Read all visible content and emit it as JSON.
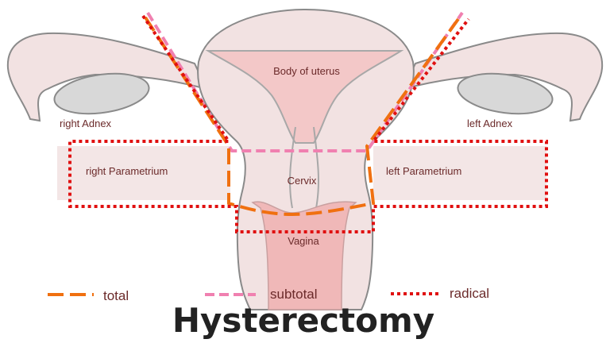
{
  "labels": {
    "body_of_uterus": "Body of uterus",
    "cervix": "Cervix",
    "vagina": "Vagina",
    "right_adnex": "right Adnex",
    "left_adnex": "left Adnex",
    "right_parametrium": "right Parametrium",
    "left_parametrium": "left Parametrium"
  },
  "legend": [
    {
      "label": "total",
      "color": "#f07010",
      "style": "long-dash"
    },
    {
      "label": "subtotal",
      "color": "#f080b0",
      "style": "dash"
    },
    {
      "label": "radical",
      "color": "#e01010",
      "style": "dotted"
    }
  ],
  "title": "Hysterectomy",
  "colors": {
    "tissue": "#f2e2e2",
    "outline": "#8a8a8a",
    "cavity": "#f3c8c8",
    "ovary": "#d8d8d8"
  }
}
